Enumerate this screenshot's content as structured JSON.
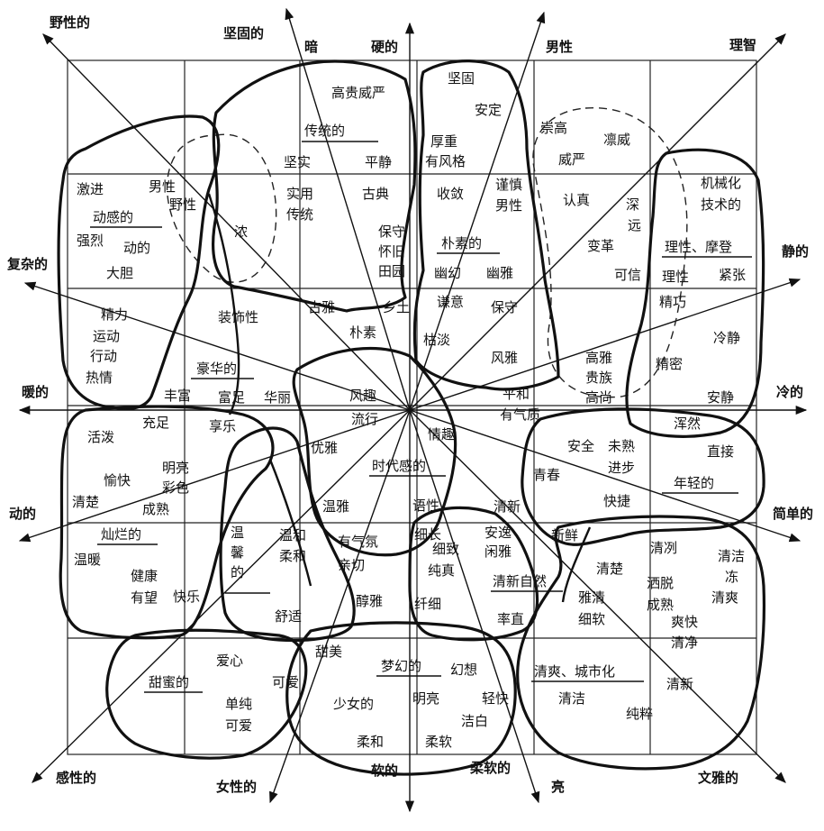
{
  "axes": {
    "top_right": "男性",
    "top_left": "野性的",
    "top_left_inner": "坚固的",
    "top_center_left": "暗",
    "top_center_right": "硬的",
    "corner_top_right": "理智",
    "left": "暖的",
    "right": "冷的",
    "upper_left": "复杂的",
    "upper_right": "静的",
    "lower_left": "动的",
    "lower_right": "简单的",
    "bottom_left": "感性的",
    "bottom_left_inner": "女性的",
    "bottom_center": "软的",
    "bottom_center_right": "柔软的",
    "bottom_right_inner": "亮",
    "bottom_right": "文雅的"
  },
  "group_titles": {
    "traditional": "传统的",
    "dynamic": "动感的",
    "simple": "朴素的",
    "rational": "理性、摩登",
    "luxurious": "豪华的",
    "modern": "时代感的",
    "young": "年轻的",
    "brilliant": "灿烂的",
    "fresh_natural": "清新自然",
    "sweet": "甜蜜的",
    "dreamy": "梦幻的",
    "urban": "清爽、城市化"
  },
  "words": {
    "w01": "高贵威严",
    "w02": "坚实",
    "w03": "平静",
    "w04": "实用",
    "w05": "传统",
    "w06": "古典",
    "w07": "保守",
    "w08": "怀旧",
    "w09": "田园",
    "w10": "浓",
    "w11": "坚固",
    "w12": "安定",
    "w13": "厚重",
    "w14": "有风格",
    "w15": "收敛",
    "w16": "谨慎",
    "w17": "男性",
    "w18": "幽幻",
    "w19": "幽雅",
    "w20": "崇高",
    "w21": "凛威",
    "w22": "威严",
    "w23": "认真",
    "w24": "深",
    "w25": "远",
    "w26": "变革",
    "w27": "可信",
    "w28": "机械化",
    "w29": "技术的",
    "w30": "理性",
    "w31": "紧张",
    "w32": "激进",
    "w33": "男性",
    "w34": "野性",
    "w35": "强烈",
    "w36": "动的",
    "w37": "大胆",
    "w38": "装饰性",
    "w39": "古雅",
    "w40": "乡土",
    "w41": "朴素",
    "w42": "谦意",
    "w43": "保守",
    "w44": "枯淡",
    "w45": "风雅",
    "w46": "精力",
    "w47": "运动",
    "w48": "行动",
    "w49": "热情",
    "w50": "精巧",
    "w51": "冷静",
    "w52": "精密",
    "w53": "安静",
    "w54": "高雅",
    "w55": "贵族",
    "w56": "高尚",
    "w57": "平和",
    "w58": "有气质",
    "w59": "丰富",
    "w60": "富足",
    "w61": "华丽",
    "w62": "风趣",
    "w63": "流行",
    "w64": "充足",
    "w65": "享乐",
    "w66": "浑然",
    "w67": "活泼",
    "w68": "愉快",
    "w69": "明亮",
    "w70": "彩色",
    "w71": "清楚",
    "w72": "成熟",
    "w73": "优雅",
    "w74": "情趣",
    "w75": "安全",
    "w76": "未熟",
    "w77": "进步",
    "w78": "青春",
    "w79": "直接",
    "w80": "快捷",
    "w81": "温雅",
    "w82": "语性",
    "w83": "清新",
    "w84": "温暖",
    "w85": "健康",
    "w86": "有望",
    "w87": "快乐",
    "w88": "温",
    "w89": "馨",
    "w90": "的",
    "w91": "温和",
    "w92": "柔和",
    "w93": "有气氛",
    "w94": "亲切",
    "w95": "舒适",
    "w96": "醇雅",
    "w97": "细长",
    "w98": "细致",
    "w99": "纯真",
    "w100": "纤细",
    "w101": "安逸",
    "w102": "闲雅",
    "w103": "新鲜",
    "w104": "清楚",
    "w105": "率直",
    "w106": "雅清",
    "w107": "细软",
    "w108": "清冽",
    "w109": "洒脱",
    "w110": "成熟",
    "w111": "爽快",
    "w112": "清净",
    "w113": "清洁",
    "w114": "冻",
    "w115": "清爽",
    "w116": "爱心",
    "w117": "单纯",
    "w118": "可爱",
    "w119": "可爱",
    "w120": "甜美",
    "w121": "少女的",
    "w122": "明亮",
    "w123": "轻快",
    "w124": "幻想",
    "w125": "洁白",
    "w126": "柔和",
    "w127": "柔软",
    "w128": "清洁",
    "w129": "纯粹",
    "w130": "清新"
  }
}
